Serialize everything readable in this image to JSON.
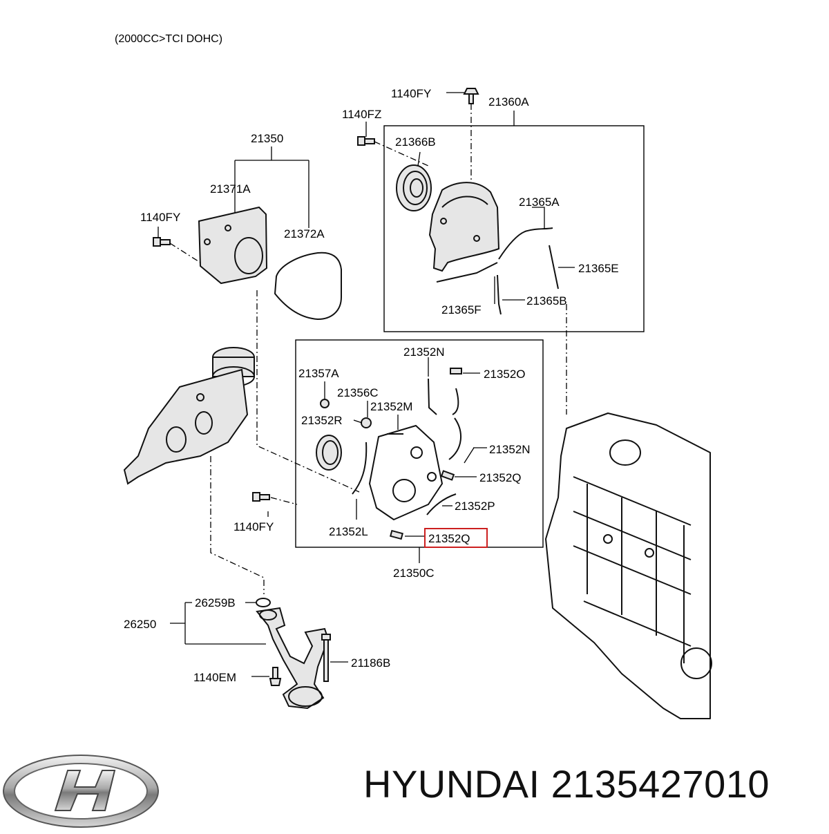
{
  "header": {
    "engine_note": "(2000CC>TCI DOHC)"
  },
  "labels": {
    "p1140fy_top": "1140FY",
    "p21360a": "21360A",
    "p1140fz": "1140FZ",
    "p21366b": "21366B",
    "p21350": "21350",
    "p21371a": "21371A",
    "p1140fy_left": "1140FY",
    "p21372a": "21372A",
    "p21365a": "21365A",
    "p21365e": "21365E",
    "p21365f": "21365F",
    "p21365b": "21365B",
    "p21352n_top": "21352N",
    "p21357a": "21357A",
    "p21352o": "21352O",
    "p21356c": "21356C",
    "p21352m": "21352M",
    "p21352r": "21352R",
    "p21352n_mid": "21352N",
    "p21352q_mid": "21352Q",
    "p21352p": "21352P",
    "p1140fy_bottom": "1140FY",
    "p21352l": "21352L",
    "p21352q_highlight": "21352Q",
    "p21350c": "21350C",
    "p26259b": "26259B",
    "p26250": "26250",
    "p21186b": "21186B",
    "p1140em": "1140EM"
  },
  "highlight": {
    "part_number": "21352Q",
    "color": "#cc1f1f"
  },
  "brand": {
    "logo_icon": "hyundai-logo-icon",
    "caption": "HYUNDAI 2135427010"
  }
}
